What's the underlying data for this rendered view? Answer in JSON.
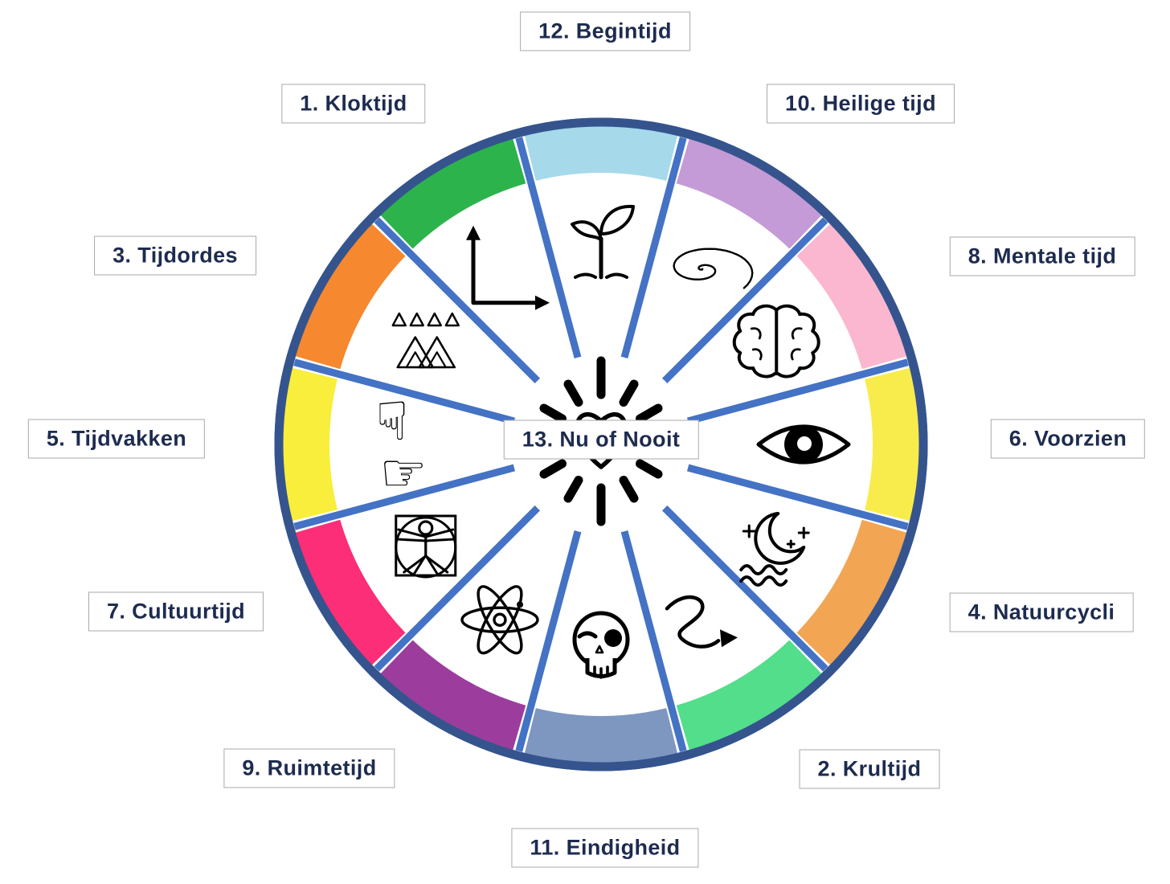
{
  "center": {
    "label": "13. Nu of Nooit",
    "icon": "heart-rays-icon"
  },
  "segments": [
    {
      "label": "12. Begintijd",
      "color": "#a6d9ea",
      "icon": "sprout-icon"
    },
    {
      "label": "10. Heilige tijd",
      "color": "#c49bd6",
      "icon": "galaxy-icon"
    },
    {
      "label": "8. Mentale tijd",
      "color": "#fbb7cf",
      "icon": "brain-icon"
    },
    {
      "label": "6. Voorzien",
      "color": "#f8ec4c",
      "icon": "eye-icon"
    },
    {
      "label": "4. Natuurcycli",
      "color": "#f2a553",
      "icon": "moon-night-icon"
    },
    {
      "label": "2. Krultijd",
      "color": "#52de8a",
      "icon": "curly-arrow-icon"
    },
    {
      "label": "11. Eindigheid",
      "color": "#7d97c0",
      "icon": "skull-icon"
    },
    {
      "label": "9. Ruimtetijd",
      "color": "#9c3d9e",
      "icon": "atom-icon"
    },
    {
      "label": "7. Cultuurtijd",
      "color": "#fb2e77",
      "icon": "vitruvian-man-icon"
    },
    {
      "label": "5. Tijdvakken",
      "color": "#f8ee3b",
      "icon": "hands-icon"
    },
    {
      "label": "3. Tijdordes",
      "color": "#f6882f",
      "icon": "triangles-icon"
    },
    {
      "label": "1. Kloktijd",
      "color": "#2cb34c",
      "icon": "axis-arrows-icon"
    }
  ],
  "style": {
    "background": "#ffffff",
    "ring_color": "#35548e",
    "spoke_color": "#4472c4",
    "icon_color": "#000000",
    "label_text_color": "#1d2b4f",
    "label_border_color": "#a9a9a9"
  }
}
